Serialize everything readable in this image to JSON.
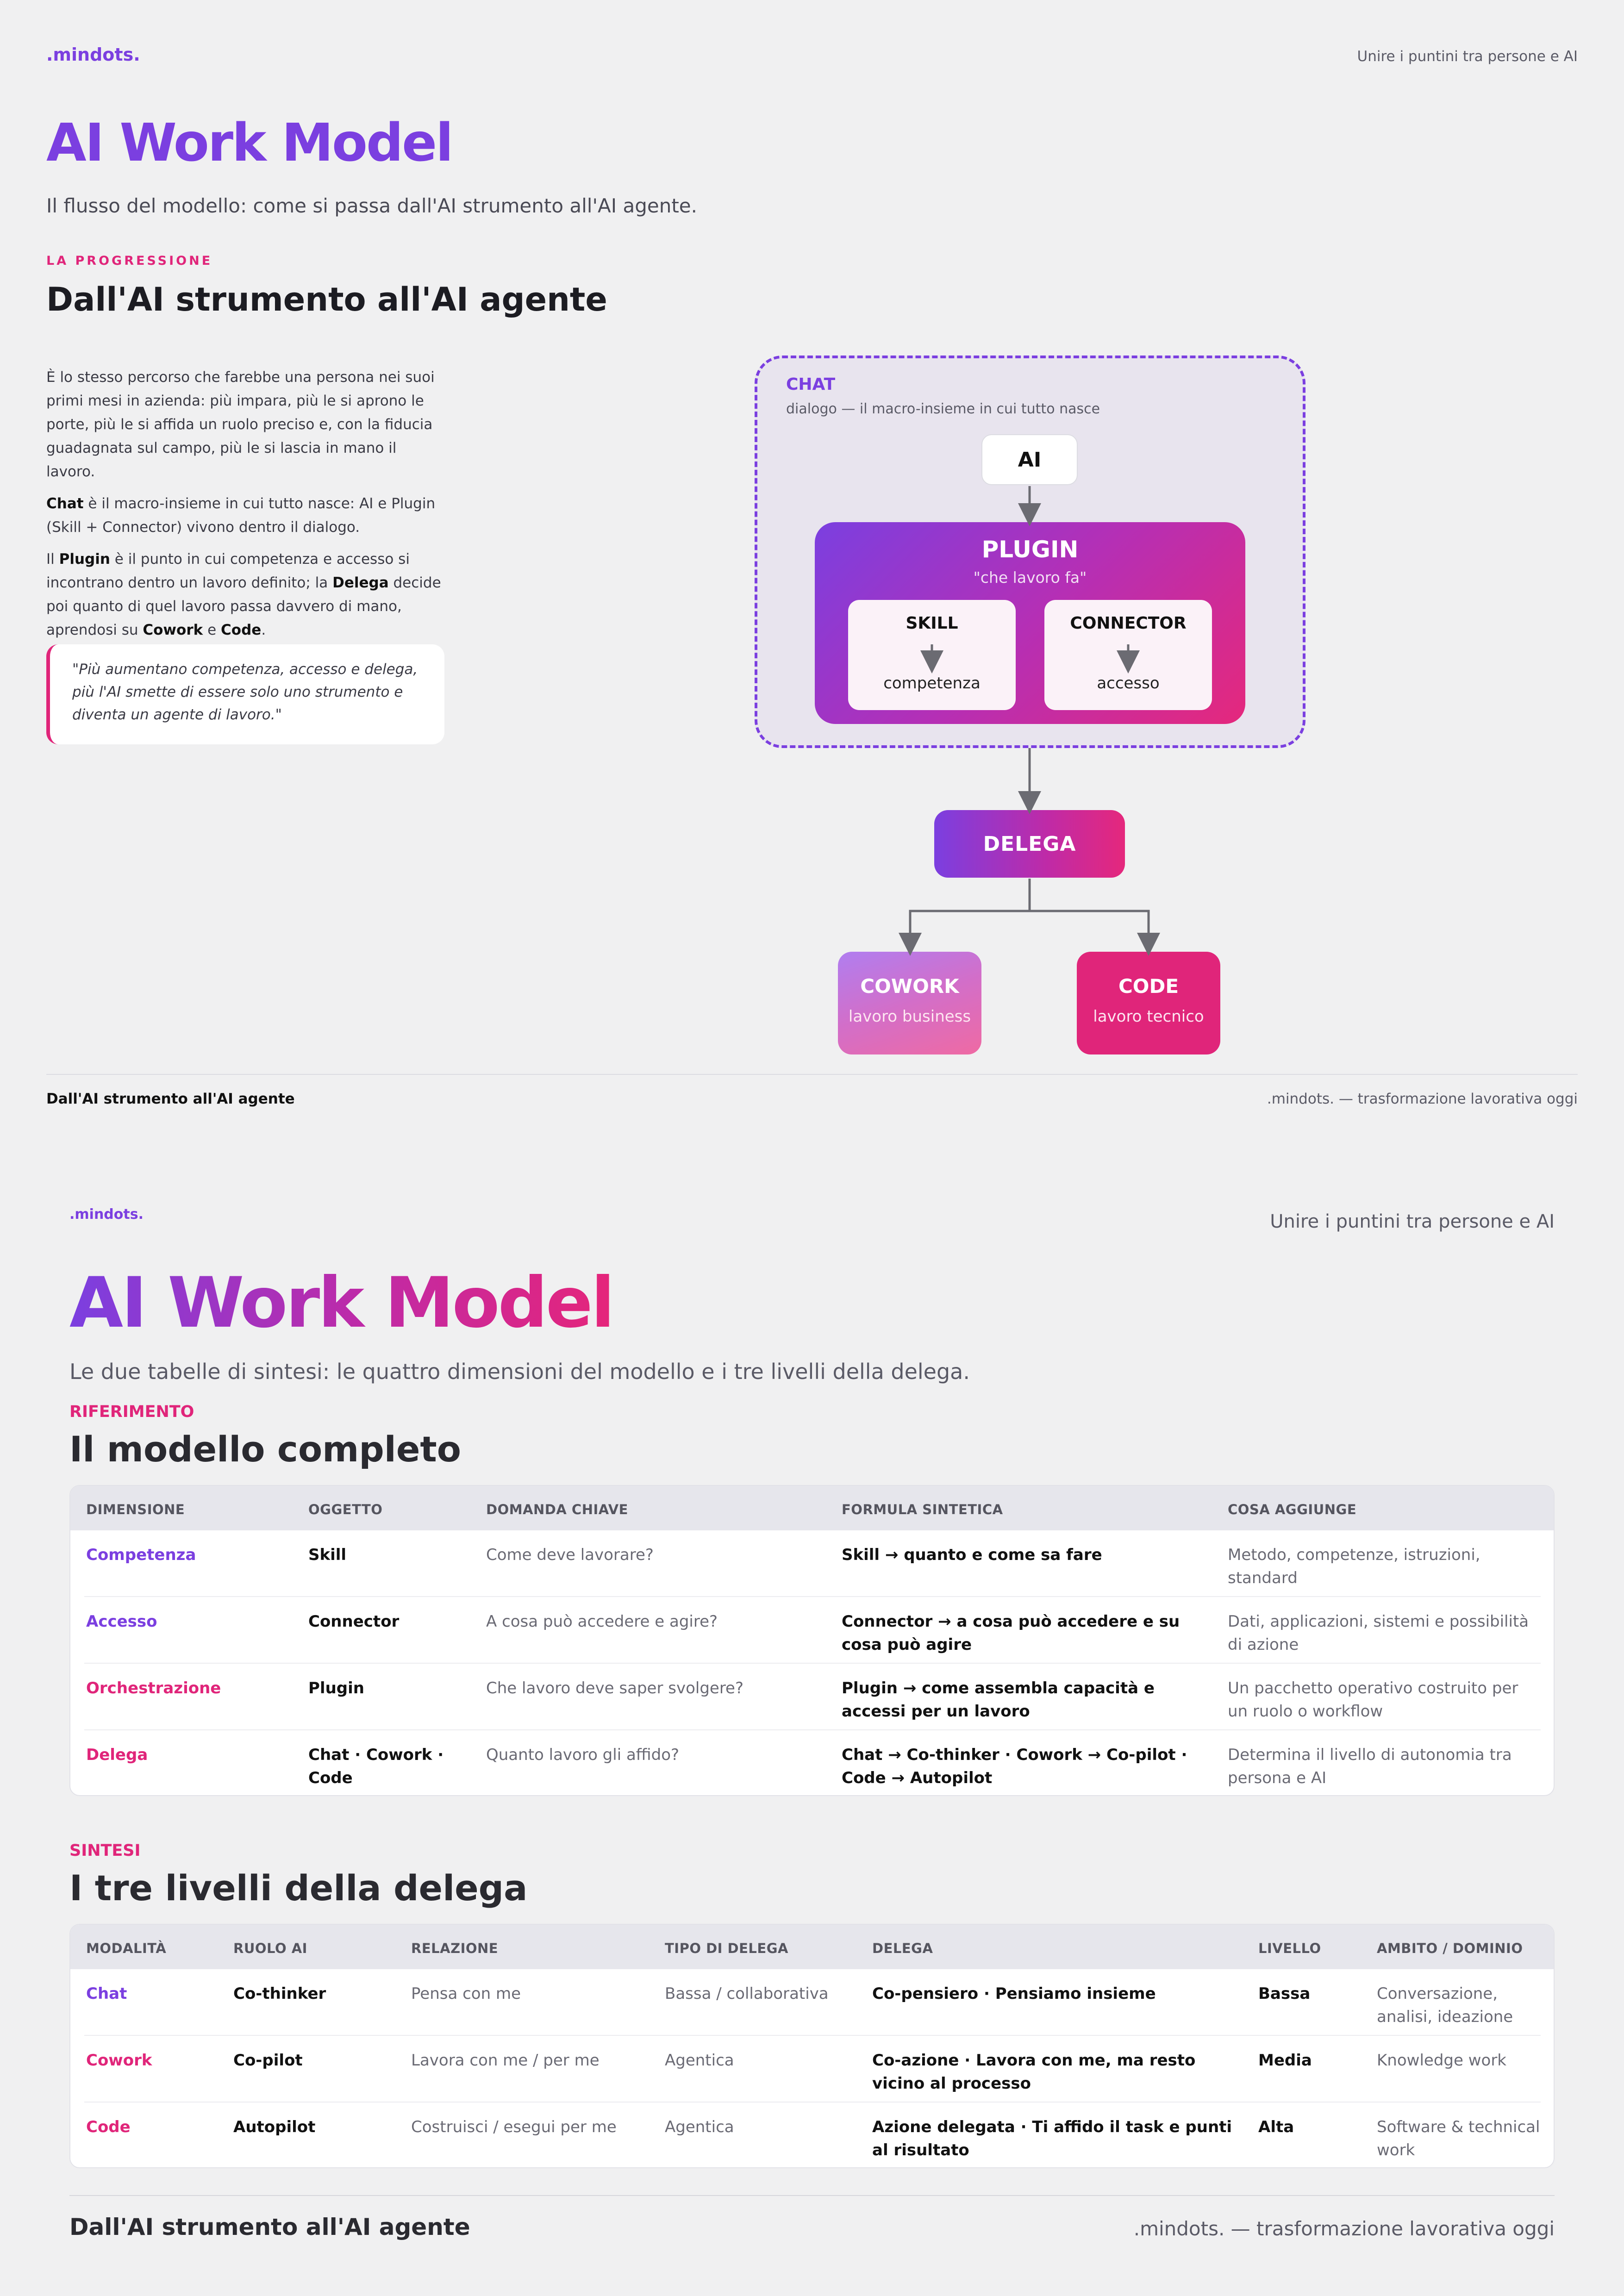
{
  "page1": {
    "logo": ".mindots.",
    "tagline": "Unire i puntini tra persone e AI",
    "title": "AI Work Model",
    "subtitle": "Il flusso del modello: come si passa dall'AI strumento all'AI agente.",
    "eyebrow": "LA PROGRESSIONE",
    "heading": "Dall'AI strumento all'AI agente",
    "body": {
      "p1": "È lo stesso percorso che farebbe una persona nei suoi primi mesi in azienda: più impara, più le si aprono le porte, più le si affida un ruolo preciso e, con la fiducia guadagnata sul campo, più le si lascia in mano il lavoro.",
      "p2_b1": "Chat",
      "p2_t1": " è il macro-insieme in cui tutto nasce: AI e Plugin (Skill + Connector) vivono dentro il dialogo.",
      "p3_t0": "Il ",
      "p3_b1": "Plugin",
      "p3_t1": " è il punto in cui competenza e accesso si incontrano dentro un lavoro definito; la ",
      "p3_b2": "Delega",
      "p3_t2": " decide poi quanto di quel lavoro passa davvero di mano, aprendosi su ",
      "p3_b3": "Cowork",
      "p3_t3": " e ",
      "p3_b4": "Code",
      "p3_t4": "."
    },
    "quote": "\"Più aumentano competenza, accesso e delega, più l'AI smette di essere solo uno strumento e diventa un agente di lavoro.\"",
    "diagram": {
      "chat_label": "CHAT",
      "chat_sub": "dialogo — il macro-insieme in cui tutto nasce",
      "ai": "AI",
      "plugin_title": "PLUGIN",
      "plugin_sub": "\"che lavoro fa\"",
      "skill_title": "SKILL",
      "skill_text": "competenza",
      "connector_title": "CONNECTOR",
      "connector_text": "accesso",
      "delega": "DELEGA",
      "cowork_title": "COWORK",
      "cowork_sub": "lavoro business",
      "code_title": "CODE",
      "code_sub": "lavoro tecnico"
    },
    "footer_left": "Dall'AI strumento all'AI agente",
    "footer_right": ".mindots. — trasformazione lavorativa oggi"
  },
  "page2": {
    "logo": ".mindots.",
    "tagline": "Unire i puntini tra persone e AI",
    "title": "AI Work Model",
    "subtitle": "Le due tabelle di sintesi: le quattro dimensioni del modello e i tre livelli della delega.",
    "eyebrow1": "RIFERIMENTO",
    "heading1": "Il modello completo",
    "table1": {
      "headers": [
        "DIMENSIONE",
        "OGGETTO",
        "DOMANDA CHIAVE",
        "FORMULA SINTETICA",
        "COSA AGGIUNGE"
      ],
      "rows": [
        [
          "Competenza",
          "Skill",
          "Come deve lavorare?",
          "Skill → quanto e come sa fare",
          "Metodo, competenze, istruzioni, standard"
        ],
        [
          "Accesso",
          "Connector",
          "A cosa può accedere e agire?",
          "Connector → a cosa può accedere e su cosa può agire",
          "Dati, applicazioni, sistemi e possibilità di azione"
        ],
        [
          "Orchestrazione",
          "Plugin",
          "Che lavoro deve saper svolgere?",
          "Plugin → come assembla capacità e accessi per un lavoro",
          "Un pacchetto operativo costruito per un ruolo o workflow"
        ],
        [
          "Delega",
          "Chat · Cowork · Code",
          "Quanto lavoro gli affido?",
          "Chat → Co-thinker · Cowork → Co-pilot · Code → Autopilot",
          "Determina il livello di autonomia tra persona e AI"
        ]
      ]
    },
    "eyebrow2": "SINTESI",
    "heading2": "I tre livelli della delega",
    "table2": {
      "headers": [
        "MODALITÀ",
        "RUOLO AI",
        "RELAZIONE",
        "TIPO DI DELEGA",
        "DELEGA",
        "LIVELLO",
        "AMBITO / DOMINIO"
      ],
      "rows": [
        [
          "Chat",
          "Co-thinker",
          "Pensa con me",
          "Bassa / collaborativa",
          "Co-pensiero · Pensiamo insieme",
          "Bassa",
          "Conversazione, analisi, ideazione"
        ],
        [
          "Cowork",
          "Co-pilot",
          "Lavora con me / per me",
          "Agentica",
          "Co-azione · Lavora con me, ma resto vicino al processo",
          "Media",
          "Knowledge work"
        ],
        [
          "Code",
          "Autopilot",
          "Costruisci / esegui per me",
          "Agentica",
          "Azione delegata · Ti affido il task e punti al risultato",
          "Alta",
          "Software & technical work"
        ]
      ]
    },
    "footer_left": "Dall'AI strumento all'AI agente",
    "footer_right": ".mindots. — trasformazione lavorativa oggi"
  },
  "colors": {
    "purple": "#7b3fe0",
    "pink": "#e0257a",
    "background": "#f0f0f1"
  }
}
